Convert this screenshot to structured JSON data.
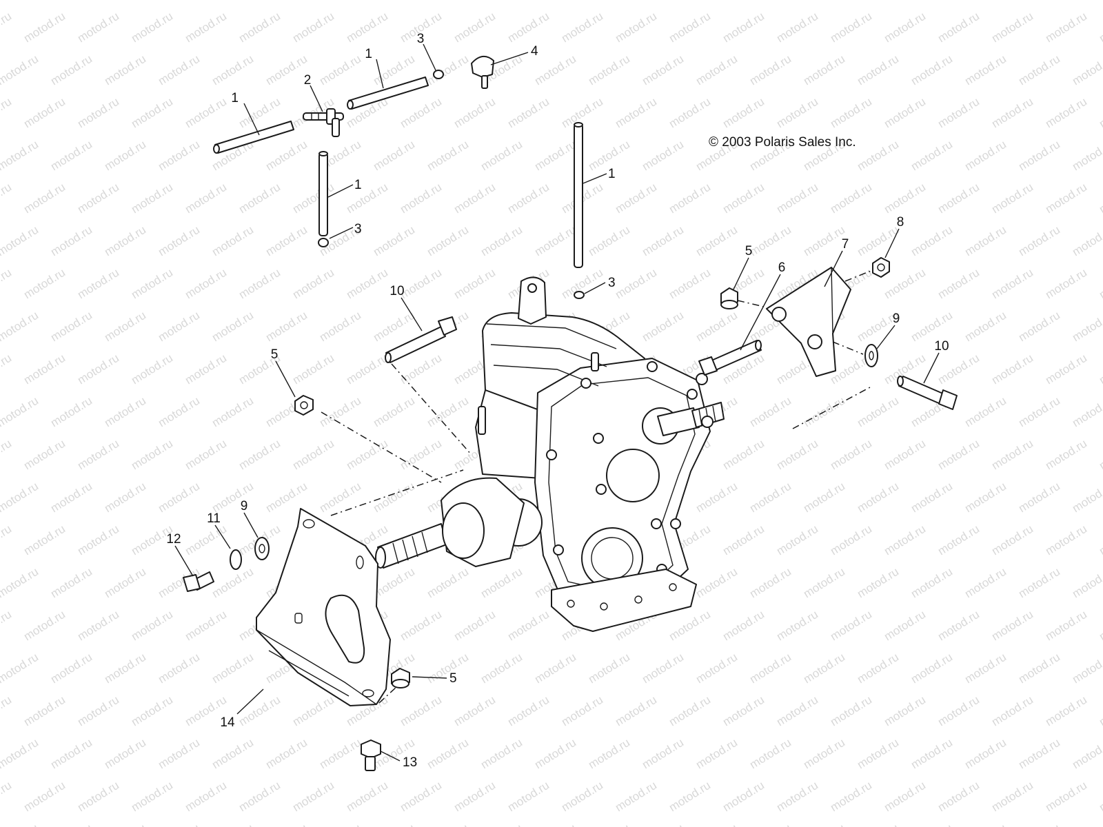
{
  "copyright": "© 2003 Polaris Sales Inc.",
  "watermark": "motod.ru",
  "colors": {
    "line": "#1a1a1a",
    "watermark": "#d8d8d8",
    "background": "#ffffff"
  },
  "callouts": [
    {
      "id": "c1a",
      "label": "1"
    },
    {
      "id": "c1b",
      "label": "1"
    },
    {
      "id": "c1c",
      "label": "1"
    },
    {
      "id": "c1d",
      "label": "1"
    },
    {
      "id": "c2",
      "label": "2"
    },
    {
      "id": "c3a",
      "label": "3"
    },
    {
      "id": "c3b",
      "label": "3"
    },
    {
      "id": "c3c",
      "label": "3"
    },
    {
      "id": "c4",
      "label": "4"
    },
    {
      "id": "c5a",
      "label": "5"
    },
    {
      "id": "c5b",
      "label": "5"
    },
    {
      "id": "c5c",
      "label": "5"
    },
    {
      "id": "c6",
      "label": "6"
    },
    {
      "id": "c7",
      "label": "7"
    },
    {
      "id": "c8",
      "label": "8"
    },
    {
      "id": "c9a",
      "label": "9"
    },
    {
      "id": "c9b",
      "label": "9"
    },
    {
      "id": "c10a",
      "label": "10"
    },
    {
      "id": "c10b",
      "label": "10"
    },
    {
      "id": "c11",
      "label": "11"
    },
    {
      "id": "c12",
      "label": "12"
    },
    {
      "id": "c13",
      "label": "13"
    },
    {
      "id": "c14",
      "label": "14"
    }
  ]
}
